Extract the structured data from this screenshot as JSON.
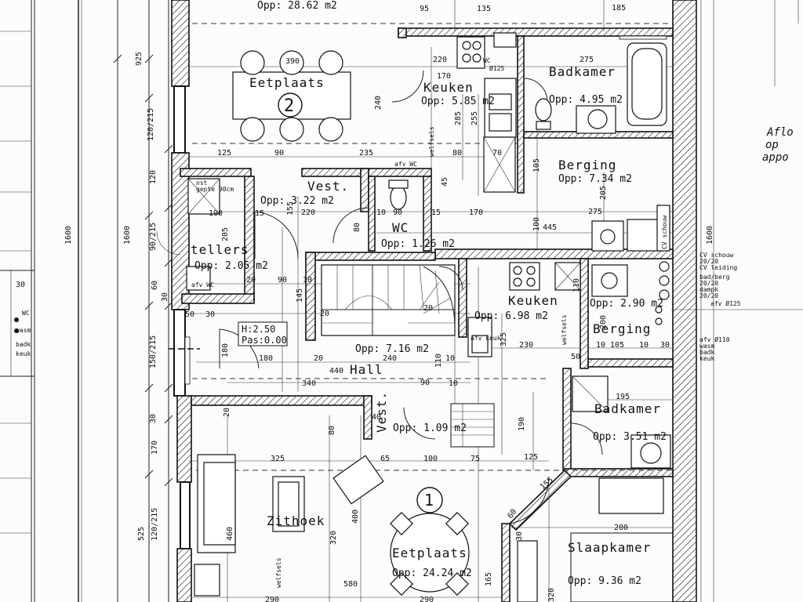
{
  "plan": {
    "side_text": [
      "Aflo",
      "op",
      "appo"
    ],
    "rooms": {
      "top_room_area": "Opp: 28.62 m2",
      "eetplaats2": {
        "name": "Eetplaats",
        "number": "2"
      },
      "keuken_top": {
        "name": "Keuken",
        "area": "Opp: 5.85 m2"
      },
      "badkamer_top": {
        "name": "Badkamer",
        "area": "Opp: 4.95 m2"
      },
      "berging_top": {
        "name": "Berging",
        "area": "Opp: 7.34 m2"
      },
      "vest_top": {
        "name": "Vest.",
        "area": "Opp: 3.22 m2"
      },
      "wc": {
        "name": "WC",
        "area": "Opp: 1.26 m2"
      },
      "tellers": {
        "name": "tellers",
        "area": "Opp: 2.05 m2"
      },
      "keuken_mid": {
        "name": "Keuken",
        "area": "Opp: 6.98 m2"
      },
      "berging_mid": {
        "name": "Berging",
        "area": "Opp: 2.90 m2"
      },
      "hall": {
        "name": "Hall",
        "area": "Opp: 7.16 m2"
      },
      "vest_small": {
        "name": "Vest.",
        "area": "Opp: 1.09 m2"
      },
      "badkamer_mid": {
        "name": "Badkamer",
        "area": "Opp: 3.51 m2"
      },
      "zithoek": {
        "name": "Zithoek"
      },
      "eetplaats1": {
        "name": "Eetplaats",
        "area": "Opp: 24.24 m2",
        "number": "1"
      },
      "slaapkamer": {
        "name": "Slaapkamer",
        "area": "Opp: 9.36 m2"
      }
    },
    "level": {
      "h": "H:2.50",
      "pas": "Pas:0.00"
    },
    "notes": {
      "nst": "nst",
      "plafond": "gepte 90cm",
      "wc_afv": "afv WC",
      "afv_wc_left": "afv WC",
      "cv_top": "CV schouw",
      "cv_list": [
        "CV schouw",
        "20/20",
        "CV leiding",
        "bad/berg",
        "20/20",
        "dampk",
        "20/20",
        "afv Ø125"
      ],
      "afv_list": [
        "afv Ø110",
        "wasm",
        "badk",
        "keuk"
      ],
      "left_list": [
        "WC",
        "wasm",
        "badk",
        "keuk"
      ],
      "wc_top": "WC",
      "d125": "Ø125",
      "afv_keuk": "afv keuk",
      "welfsels": "welfsels"
    },
    "dims": {
      "d95": "95",
      "d135": "135",
      "d185": "185",
      "d925": "925",
      "d390": "390",
      "d220": "220",
      "d170": "170",
      "d275": "275",
      "d240": "240",
      "d285": "285",
      "d255": "255",
      "d120_215": "120/215",
      "d125": "125",
      "d90": "90",
      "d235": "235",
      "d80": "80",
      "d70": "70",
      "d105": "105",
      "d205": "205",
      "d120": "120",
      "d45": "45",
      "d15": "15",
      "d155": "155",
      "d100": "100",
      "d445": "445",
      "d1600": "1600",
      "d90_215": "90/215",
      "d60": "60",
      "d30": "30",
      "d50": "50",
      "d150_215": "150/215",
      "d180": "180",
      "d145": "145",
      "d200": "200",
      "d20": "20",
      "d230": "230",
      "d325": "325",
      "d440": "440",
      "d340": "340",
      "d190": "190",
      "d195": "195",
      "d65": "65",
      "d75": "75",
      "d525": "525",
      "d460": "460",
      "d400": "400",
      "d320": "320",
      "d580": "580",
      "d165": "165",
      "d290": "290",
      "d10": "10",
      "d110": "110",
      "d40": "40"
    }
  }
}
